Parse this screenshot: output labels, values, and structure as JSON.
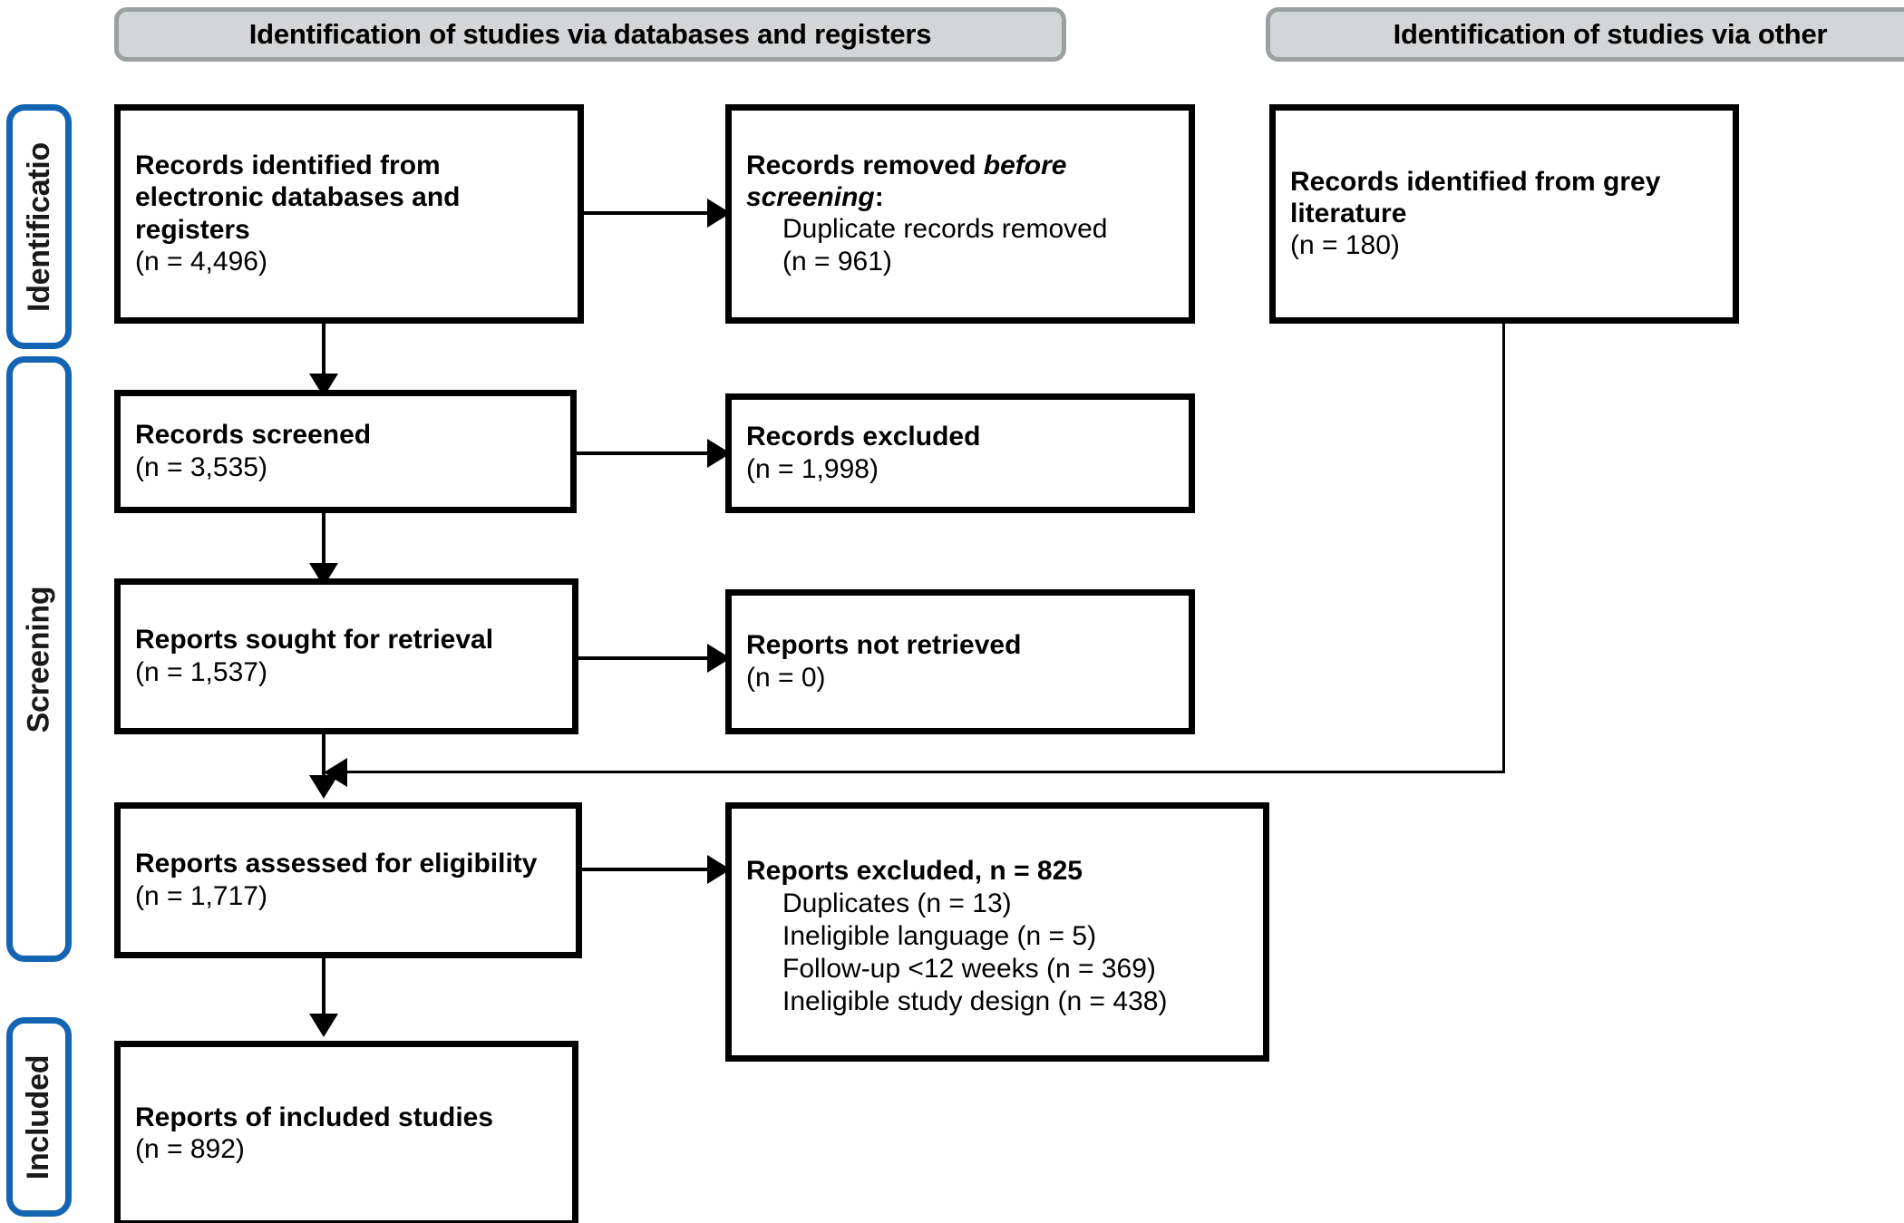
{
  "diagram": {
    "type": "prisma-flow-diagram",
    "banners": [
      {
        "id": "databases",
        "label": "Identification of studies via databases and registers"
      },
      {
        "id": "other",
        "label": "Identification of studies via other"
      }
    ],
    "stages": [
      {
        "id": "identification",
        "label": "Identificatio"
      },
      {
        "id": "screening",
        "label": "Screening"
      },
      {
        "id": "included",
        "label": "Included"
      }
    ],
    "boxes": {
      "records_identified": {
        "title": "Records identified from electronic databases and registers",
        "count": "(n = 4,496)"
      },
      "records_removed": {
        "title_part1": "Records removed ",
        "title_italic": "before screening",
        "title_colon": ":",
        "sub_label": "Duplicate records removed",
        "count": "(n = 961)"
      },
      "grey_literature": {
        "title": "Records identified from grey literature",
        "count": "(n = 180)"
      },
      "records_screened": {
        "title": "Records screened",
        "count": "(n = 3,535)"
      },
      "records_excluded": {
        "title": "Records excluded",
        "count": "(n = 1,998)"
      },
      "reports_sought": {
        "title": "Reports sought for retrieval",
        "count": "(n = 1,537)"
      },
      "reports_not_retrieved": {
        "title": "Reports not retrieved",
        "count": "(n = 0)"
      },
      "reports_assessed": {
        "title": "Reports assessed for eligibility",
        "count": "(n = 1,717)"
      },
      "reports_excluded": {
        "title": "Reports excluded, n = 825",
        "reasons": [
          "Duplicates (n = 13)",
          "Ineligible language (n = 5)",
          "Follow-up <12 weeks (n = 369)",
          "Ineligible study design (n = 438)"
        ]
      },
      "reports_included": {
        "title": "Reports of included studies",
        "count": "(n = 892)"
      }
    },
    "colors": {
      "banner_fill": "#d2d6d6",
      "banner_border": "#9ba0a0",
      "rail_border": "#1464b4",
      "box_border": "#000000",
      "connector": "#000000",
      "background": "#ffffff"
    }
  }
}
